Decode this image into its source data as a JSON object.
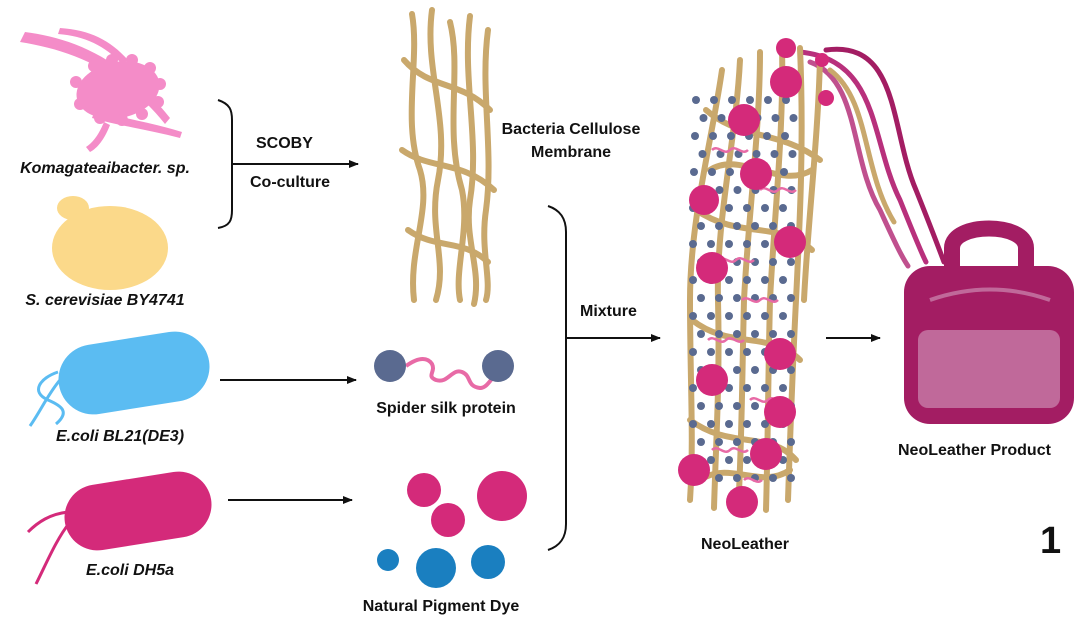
{
  "labels": {
    "komagataeibacter": "Komagateaibacter. sp.",
    "scerevisiae": "S. cerevisiae BY4741",
    "ecoli_bl21": "E.coli BL21(DE3)",
    "ecoli_dh5a": "E.coli DH5a",
    "scoby": "SCOBY",
    "coculture": "Co-culture",
    "bc_membrane_line1": "Bacteria Cellulose",
    "bc_membrane_line2": "Membrane",
    "spider_silk": "Spider silk protein",
    "pigment_dye": "Natural Pigment Dye",
    "mixture": "Mixture",
    "neoleather": "NeoLeather",
    "product": "NeoLeather Product",
    "page_number": "1"
  },
  "colors": {
    "komagataeibacter": "#f48cc8",
    "yeast": "#fbd98a",
    "ecoli_bl21": "#5bbcf2",
    "ecoli_dh5a": "#d42a7a",
    "cellulose": "#c9a86c",
    "silk_bead": "#5a6a90",
    "silk_linker": "#e86aa6",
    "pigment_magenta": "#d42a7a",
    "pigment_blue": "#1a7fc0",
    "bag_body": "#a31d63",
    "bag_panel": "#c0699a"
  }
}
